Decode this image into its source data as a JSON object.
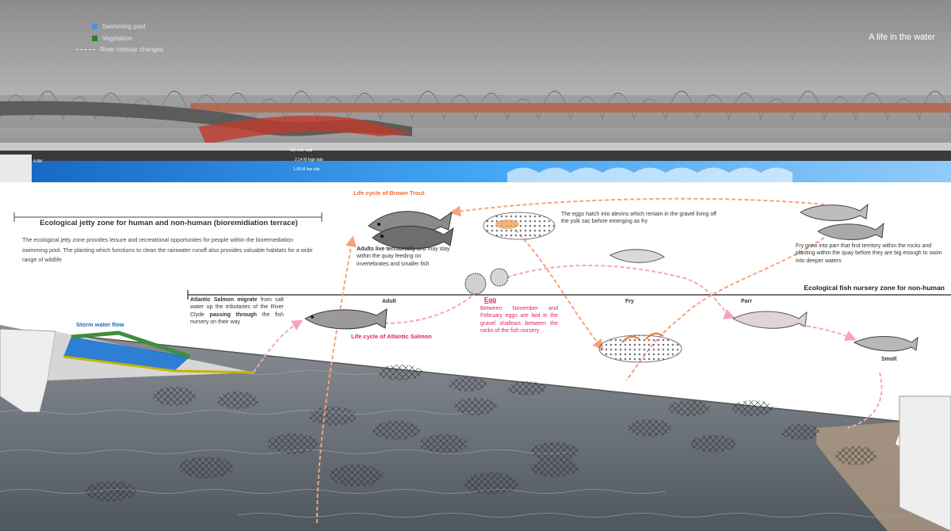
{
  "header": {
    "title": "A life in the water"
  },
  "legend": {
    "items": [
      {
        "label": "Swimming pool",
        "color": "#4a90d9",
        "icon": "square-swatch"
      },
      {
        "label": "Vegetation",
        "color": "#2e7d32",
        "icon": "square-swatch"
      },
      {
        "label": "River contour changes",
        "color": "#e8eef5",
        "icon": "dashed-line"
      }
    ]
  },
  "elevation_labels": {
    "high_tide": "2.14 M high tide",
    "river_wall": "5M river wall",
    "low_tide": "1.66 M low tide",
    "left_level": "4.8M"
  },
  "jetty": {
    "heading": "Ecological jetty zone for human and non-human (bioremidiation terrace)",
    "body": "The ecological jetty zone provides leisure and recreational opportunites for people within the bioremediation swimming pool. The planting which functions to clean the rainwater runoff also provides valuable habitats for a wide range of wildlife",
    "storm_label": "Storm water flow"
  },
  "nursery": {
    "heading": "Ecological fish nursery zone for non-human",
    "stages": [
      "Adult",
      "Egg",
      "Fry",
      "Parr",
      "Smolt"
    ]
  },
  "brown_trout": {
    "title": "Life cycle of Brown Trout",
    "adults_bold": "Adults live territorially",
    "adults_rest": " and may stay within the quay feeding on invertebrates and smaller fish",
    "alevins": "The eggs hatch into alevins which remain in the gravel living off the yolk sac before emerging as fry",
    "fry_parr": "Fry grow into parr that find territory within the rocks and planting within the quay before they are big enough to swim into deeper waters"
  },
  "salmon": {
    "title": "Life cycle of Atlantic Salmon",
    "migrate_bold1": "Atlantic Salmon migrate",
    "migrate_mid": " from salt water up the tributaries of the River Clyde ",
    "migrate_bold2": "passing through",
    "migrate_end": " the fish nursery on their way",
    "egg_title": "Egg",
    "egg_text": "Between November and February eggs are laid in the gravel shallows between the rocks of the fish nursery"
  },
  "colors": {
    "trout_accent": "#f26b2a",
    "salmon_accent": "#e0245e",
    "trout_arrow": "#f6a37c",
    "salmon_arrow": "#f3a6be",
    "water": "#6f7680",
    "sky": "#9a9a9a"
  }
}
